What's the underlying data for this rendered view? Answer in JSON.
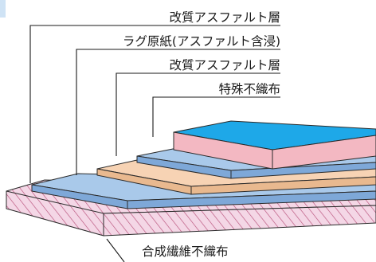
{
  "labels": {
    "layer1": "改質アスファルト層",
    "layer2": "ラグ原紙(アスファルト含浸)",
    "layer3": "改質アスファルト層",
    "layer4": "特殊不織布",
    "base": "合成繊維不織布"
  },
  "colors": {
    "base_fill": "#f4d7e6",
    "base_hatch": "#b8507a",
    "asphalt_layer": "#a9c9ea",
    "asphalt_layer_side": "#7ea8d8",
    "rag_paper": "#f7d3b4",
    "rag_paper_side": "#e9b98f",
    "nonwoven_top": "#1ea8e8",
    "nonwoven_side": "#f3b8c2",
    "tab": "#cfe3f5"
  }
}
